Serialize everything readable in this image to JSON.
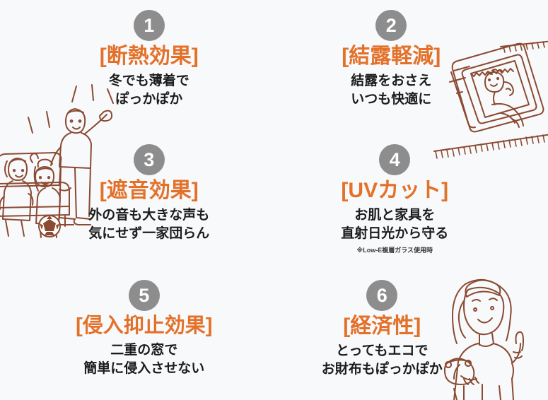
{
  "page": {
    "background_color": "#f8f9fb",
    "accent_color": "#e3712a",
    "badge_color": "#8d8d8d",
    "text_color": "#1c1c1c",
    "illustration_color": "#8b4a32"
  },
  "features": [
    {
      "number": "1",
      "heading": "[断熱効果]",
      "desc_line1": "冬でも薄着で",
      "desc_line2": "ぽっかぽか",
      "note": ""
    },
    {
      "number": "2",
      "heading": "[結露軽減]",
      "desc_line1": "結露をおさえ",
      "desc_line2": "いつも快適に",
      "note": ""
    },
    {
      "number": "3",
      "heading": "[遮音効果]",
      "desc_line1": "外の音も大きな声も",
      "desc_line2": "気にせず一家団らん",
      "note": ""
    },
    {
      "number": "4",
      "heading": "[UVカット]",
      "desc_line1": "お肌と家具を",
      "desc_line2": "直射日光から守る",
      "note": "※Low-E複層ガラス使用時"
    },
    {
      "number": "5",
      "heading": "[侵入抑止効果]",
      "desc_line1": "二重の窓で",
      "desc_line2": "簡単に侵入させない",
      "note": ""
    },
    {
      "number": "6",
      "heading": "[経済性]",
      "desc_line1": "とってもエコで",
      "desc_line2": "お財布もぽっかぽか",
      "note": ""
    }
  ],
  "illustrations": [
    {
      "name": "family-cheering-on-sofa-illustration"
    },
    {
      "name": "sleeping-baby-in-futon-illustration"
    },
    {
      "name": "woman-holding-coin-purse-illustration"
    }
  ]
}
